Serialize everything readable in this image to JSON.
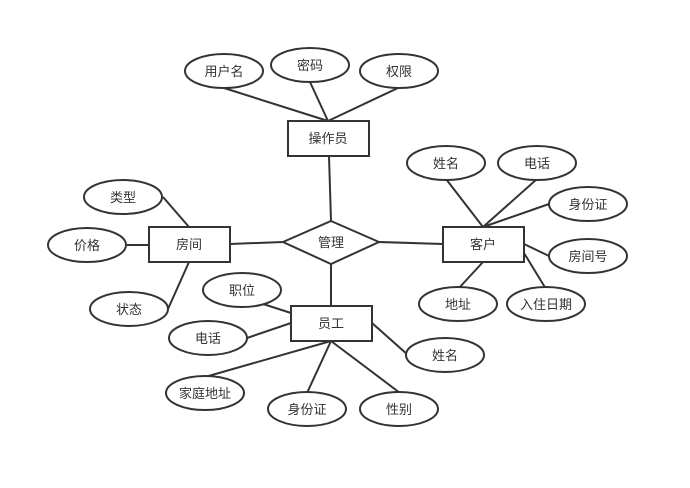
{
  "entities": {
    "operator": "操作员",
    "room": "房间",
    "customer": "客户",
    "staff": "员工"
  },
  "relationship": "管理",
  "attributes": {
    "operator": [
      "用户名",
      "密码",
      "权限"
    ],
    "room": [
      "类型",
      "价格",
      "状态"
    ],
    "customer": [
      "姓名",
      "电话",
      "身份证",
      "房间号",
      "入住日期",
      "地址"
    ],
    "staff": [
      "职位",
      "电话",
      "家庭地址",
      "身份证",
      "性别",
      "姓名"
    ]
  },
  "colors": {
    "stroke": "#333333",
    "fill": "#ffffff",
    "text": "#333333"
  }
}
